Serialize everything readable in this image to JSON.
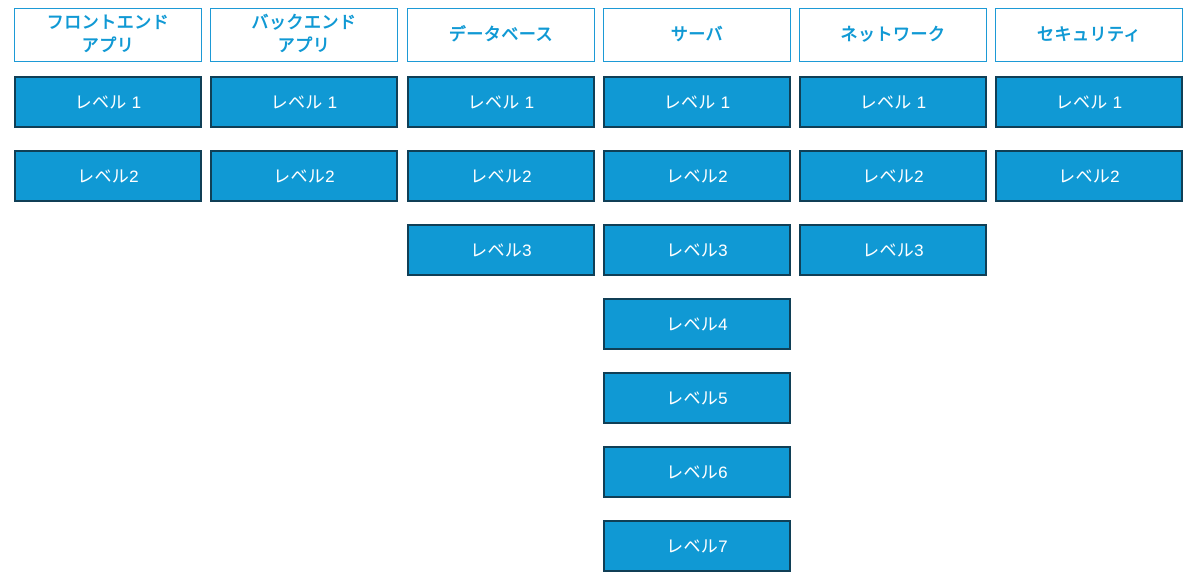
{
  "diagram": {
    "title_visible": false,
    "background_color": "#ffffff",
    "header_fill_color": "#ffffff",
    "header_border_color": "#1d9ad6",
    "header_text_color": "#1099d4",
    "box_fill_color": "#1099d4",
    "box_border_color": "#103f56",
    "box_text_color": "#ffffff",
    "columns": [
      {
        "id": "frontend-app",
        "header": "フロントエンド\nアプリ",
        "levels": [
          "レベル 1",
          "レベル2"
        ]
      },
      {
        "id": "backend-app",
        "header": "バックエンド\nアプリ",
        "levels": [
          "レベル 1",
          "レベル2"
        ]
      },
      {
        "id": "database",
        "header": "データベース",
        "levels": [
          "レベル 1",
          "レベル2",
          "レベル3"
        ]
      },
      {
        "id": "server",
        "header": "サーバ",
        "levels": [
          "レベル 1",
          "レベル2",
          "レベル3",
          "レベル4",
          "レベル5",
          "レベル6",
          "レベル7"
        ]
      },
      {
        "id": "network",
        "header": "ネットワーク",
        "levels": [
          "レベル 1",
          "レベル2",
          "レベル3"
        ]
      },
      {
        "id": "security",
        "header": "セキュリティ",
        "levels": [
          "レベル 1",
          "レベル2"
        ]
      }
    ]
  }
}
